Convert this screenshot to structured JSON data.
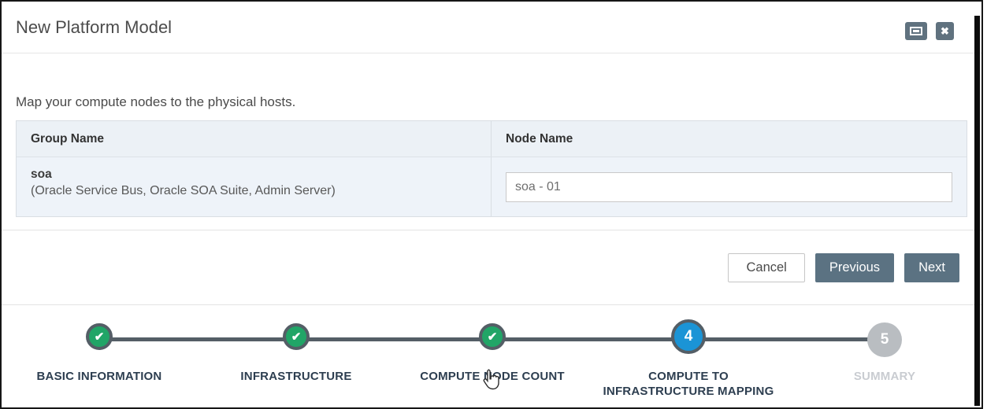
{
  "dialog": {
    "title": "New Platform Model"
  },
  "window_controls": {
    "maximize_icon": "maximize",
    "close_glyph": "✖"
  },
  "instruction": "Map your compute nodes to the physical hosts.",
  "table": {
    "columns": [
      "Group Name",
      "Node Name"
    ],
    "rows": [
      {
        "group_name": "soa",
        "group_detail": "(Oracle Service Bus, Oracle SOA Suite, Admin Server)",
        "node_name_value": "soa - 01"
      }
    ]
  },
  "footer": {
    "cancel_label": "Cancel",
    "previous_label": "Previous",
    "next_label": "Next"
  },
  "stepper": {
    "steps": [
      {
        "label": "BASIC INFORMATION",
        "state": "complete"
      },
      {
        "label": "INFRASTRUCTURE",
        "state": "complete"
      },
      {
        "label": "COMPUTE NODE COUNT",
        "state": "complete"
      },
      {
        "label": "COMPUTE TO INFRASTRUCTURE MAPPING",
        "number": "4",
        "state": "current"
      },
      {
        "label": "SUMMARY",
        "number": "5",
        "state": "upcoming"
      }
    ]
  },
  "icons": {
    "check": "✔",
    "close": "✖",
    "cursor": "pointer-hand"
  },
  "colors": {
    "step_complete": "#21a567",
    "step_current": "#1b94d6",
    "step_upcoming": "#b9bdc1",
    "step_ring": "#545e66",
    "button_primary": "#5b7282",
    "table_header_bg": "#ecf1f6",
    "table_row_bg": "#eef3f9",
    "label_active": "#2d3e50",
    "label_inactive": "#c9ccd1"
  }
}
